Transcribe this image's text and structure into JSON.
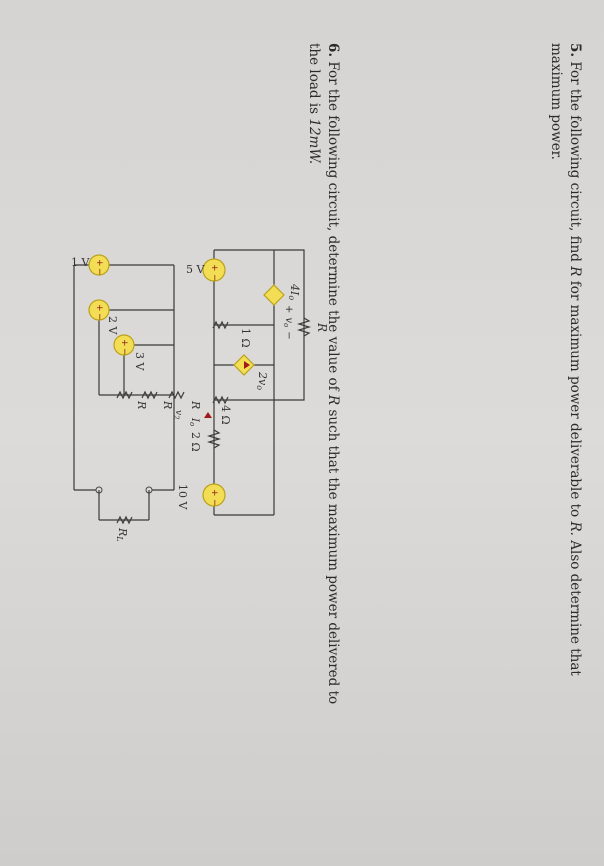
{
  "problem5": {
    "number": "5.",
    "line1_a": "For the following circuit, find",
    "var_r": "R",
    "line1_b": "for maximum power deliverable to",
    "line1_c": "R.",
    "line1_d": "Also determine that",
    "line2": "maximum power."
  },
  "circuit5": {
    "src_5v": "5 V",
    "src_10v": "10 V",
    "dep_v_label": "4I",
    "dep_v_sub": "o",
    "dep_i_label": "2v",
    "dep_i_sub": "o",
    "r_top": "R",
    "vo_plus": "+",
    "vo_label": "v",
    "vo_sub": "o",
    "vo_minus": "−",
    "r1": "1 Ω",
    "r4": "4 Ω",
    "r2": "2 Ω",
    "io_label": "I",
    "io_sub": "o",
    "node_label": "v",
    "node_sub": "2",
    "plus": "+",
    "minus": "−"
  },
  "problem6": {
    "number": "6.",
    "line1_a": "For the following circuit, determine the value of",
    "var_r": "R",
    "line1_b": "such that the maximum power delivered to",
    "line2_a": "the load is",
    "line2_b": "12mW."
  },
  "circuit6": {
    "src_1v": "1 V",
    "src_2v": "2 V",
    "src_3v": "3 V",
    "r_a": "R",
    "r_b": "R",
    "r_c": "R",
    "rl": "R",
    "rl_sub": "L",
    "plus": "+",
    "minus": "−"
  },
  "colors": {
    "paper": "#dddbd9",
    "text": "#2b2b2b",
    "source_fill": "#f3dd55",
    "sign_color": "#8b1a1a"
  }
}
